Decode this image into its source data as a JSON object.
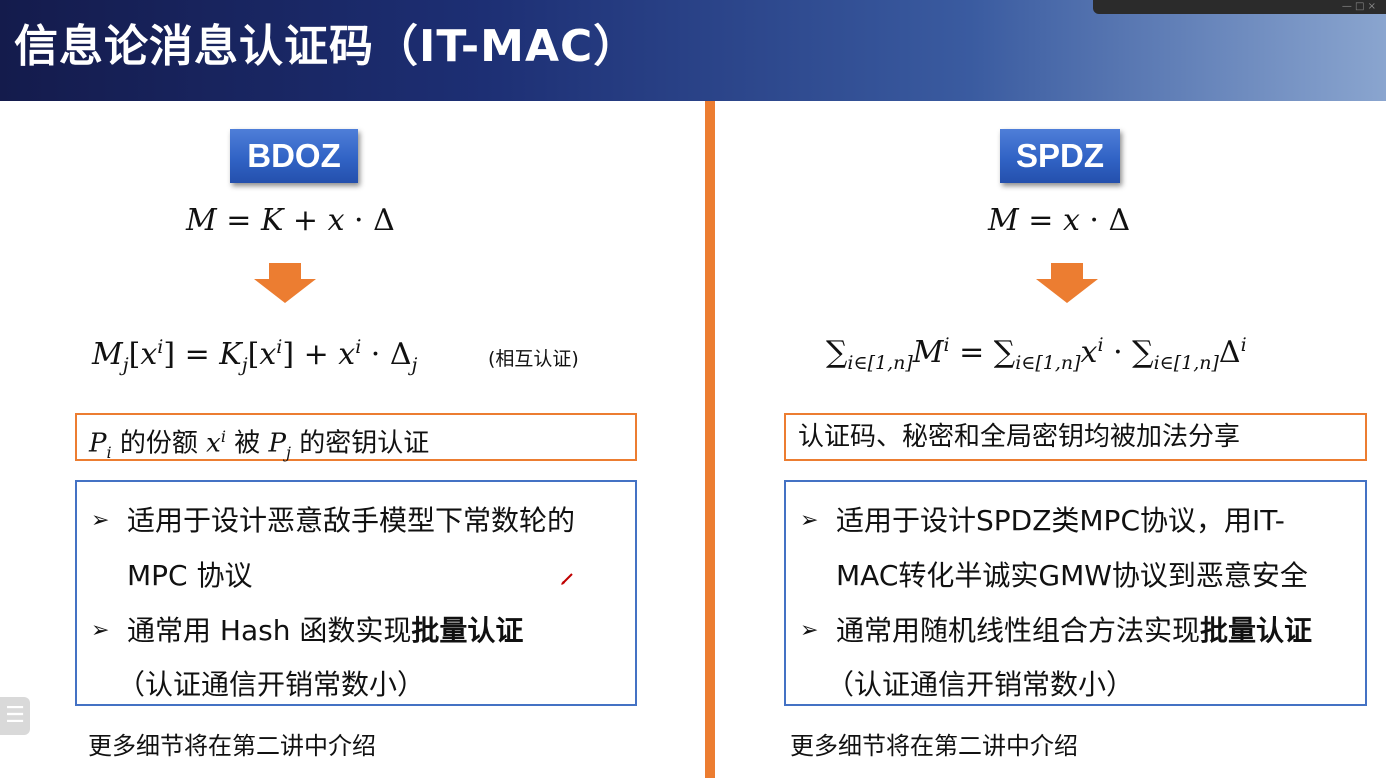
{
  "slide": {
    "title": "信息论消息认证码（IT-MAC）"
  },
  "left": {
    "badge": "BDOZ",
    "formula1": {
      "M": "M",
      "eq": " = ",
      "K": "K",
      "plus": " + ",
      "x": "x",
      "dot": " · ",
      "delta": "Δ"
    },
    "formula2": {
      "M": "M",
      "j": "j",
      "x": "x",
      "i": "i",
      "eq": " = ",
      "K": "K",
      "plus": " + ",
      "dot": " · ",
      "delta": "Δ",
      "note": "(相互认证)"
    },
    "box_text": {
      "P": "P",
      "i": "i",
      "t1": " 的份额 ",
      "x": "x",
      "t2": " 被 ",
      "j": "j",
      "t3": " 的密钥认证"
    },
    "bullets": [
      {
        "line1": "适用于设计恶意敌手模型下常数轮的",
        "line2": "MPC 协议"
      },
      {
        "line1_plain": "通常用 Hash 函数实现",
        "line1_bold": "批量认证",
        "line2": "（认证通信开销常数小）"
      }
    ],
    "footer": "更多细节将在第二讲中介绍"
  },
  "right": {
    "badge": "SPDZ",
    "formula1": {
      "M": "M",
      "eq": " = ",
      "x": "x",
      "dot": " · ",
      "delta": "Δ"
    },
    "formula2": {
      "sum": "∑",
      "range": "i∈[1,n]",
      "M": "M",
      "i": "i",
      "eq": " = ",
      "x": "x",
      "dot": " · ",
      "delta": "Δ"
    },
    "box_text": "认证码、秘密和全局密钥均被加法分享",
    "bullets": [
      {
        "line1": "适用于设计SPDZ类MPC协议，用IT-",
        "line2": "MAC转化半诚实GMW协议到恶意安全"
      },
      {
        "line1_plain": "通常用随机线性组合方法实现",
        "line1_bold": "批量认证",
        "line2": "（认证通信开销常数小）"
      }
    ],
    "footer": "更多细节将在第二讲中介绍"
  },
  "bullet_glyph": "➢",
  "colors": {
    "accent_orange": "#ec7d31",
    "accent_blue": "#4472c4",
    "badge_blue": "#3163c5",
    "title_navy": "#1d2f74"
  },
  "icons": {
    "sidebar_toggle": "list-icon",
    "pen": "pen-icon"
  }
}
